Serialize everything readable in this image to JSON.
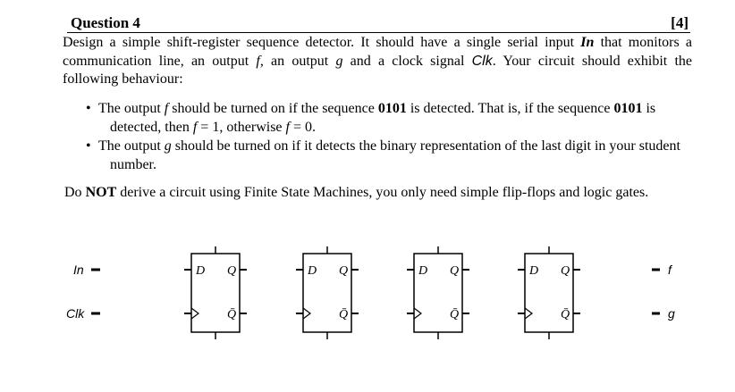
{
  "question": {
    "title": "Question 4",
    "marks": "[4]"
  },
  "intro": {
    "line1_a": "Design a simple shift-register sequence detector. It should have a single serial input ",
    "line1_in": "In",
    "line1_b": " that monitors a",
    "line2_a": "communication line, an output ",
    "line2_f": "f",
    "line2_b": ", an output ",
    "line2_g": "g",
    "line2_c": " and a clock signal ",
    "line2_clk": "Clk",
    "line2_d": ". Your circuit should exhibit the",
    "line3": "following behaviour:"
  },
  "bullets": [
    {
      "dot": "•",
      "l1_a": "The output ",
      "l1_f": "f",
      "l1_b": " should be turned on if the sequence ",
      "l1_seq": "0101",
      "l1_c": " is detected. That is, if the sequence ",
      "l1_seq2": "0101",
      "l1_d": " is",
      "l2_a": "detected, then ",
      "l2_f": "f",
      "l2_b": " = 1, otherwise ",
      "l2_f2": "f",
      "l2_c": " = 0."
    },
    {
      "dot": "•",
      "l1_a": "The output ",
      "l1_g": "g",
      "l1_b": " should be turned on if it detects the binary representation of the last digit in your student",
      "l2": "number."
    }
  ],
  "instruction": {
    "a": "Do ",
    "not": "NOT",
    "b": " derive a circuit using Finite State Machines, you only need simple flip-flops and logic gates."
  },
  "circuit": {
    "inputs": [
      "In",
      "Clk"
    ],
    "outputs": [
      "f",
      "g"
    ],
    "flipflop_count": 4,
    "ff_d_label": "D",
    "ff_q_label": "Q",
    "ff_qbar_label": "Q̄"
  }
}
